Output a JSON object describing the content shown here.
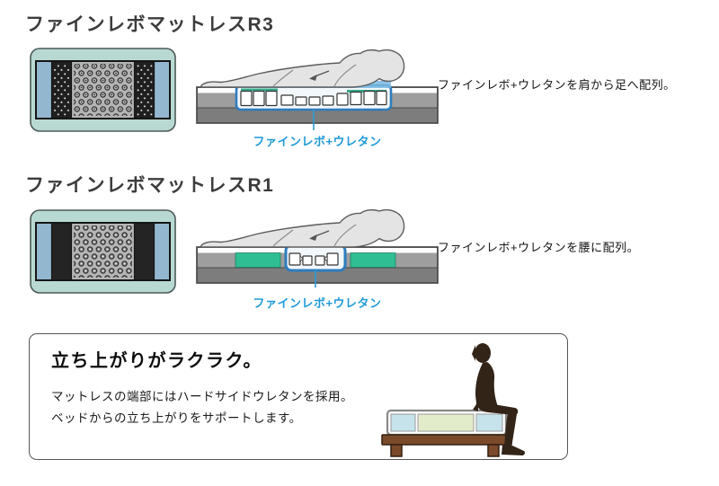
{
  "sections": [
    {
      "id": "R3",
      "title": "ファインレボマットレスR3",
      "annotation": "ファインレボ+ウレタンを肩から足へ配列。",
      "part_label": "ファインレボ+ウレタン"
    },
    {
      "id": "R1",
      "title": "ファインレボマットレスR1",
      "annotation": "ファインレボ+ウレタンを腰に配列。",
      "part_label": "ファインレボ+ウレタン"
    }
  ],
  "feature_box": {
    "heading": "立ち上がりがラクラク。",
    "body": [
      "マットレスの端部にはハードサイドウレタンを採用。",
      "ベッドからの立ち上がりをサポートします。"
    ]
  },
  "colors": {
    "accent_blue": "#1e9ad8",
    "insert_outline_blue": "#2d7dbe",
    "insert_glow_blue": "#79b9e2",
    "seafoam": "#b8d9d2",
    "panel_blue": "#93b7cf",
    "panel_gray": "#b5b5b5",
    "panel_black": "#1f1f1f",
    "mattress_gray_light": "#9e9e9e",
    "mattress_gray_dark": "#7d7d7d",
    "fine_revo_green": "#2fbe93",
    "bed_frame_brown": "#7a4a2a",
    "silhouette_brown": "#332418",
    "bed_pad_green": "#e3ecca",
    "bed_pad_blue": "#c6e3eb"
  }
}
